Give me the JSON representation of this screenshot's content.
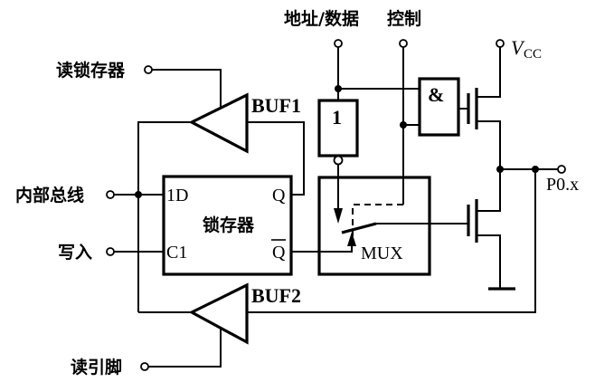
{
  "diagram": {
    "title": "P0 port bit structure",
    "labels": {
      "read_latch": "读锁存器",
      "internal_bus": "内部总线",
      "write": "写入",
      "read_pin": "读引脚",
      "addr_data": "地址/数据",
      "control": "控制",
      "vcc_main": "V",
      "vcc_sub": "CC",
      "port_pin": "P0.x",
      "buf1": "BUF1",
      "buf2": "BUF2",
      "latch": "锁存器",
      "latch_d": "1D",
      "latch_c": "C1",
      "latch_q": "Q",
      "latch_qbar": "Q",
      "inverter": "1",
      "and_gate": "&",
      "mux": "MUX"
    }
  }
}
